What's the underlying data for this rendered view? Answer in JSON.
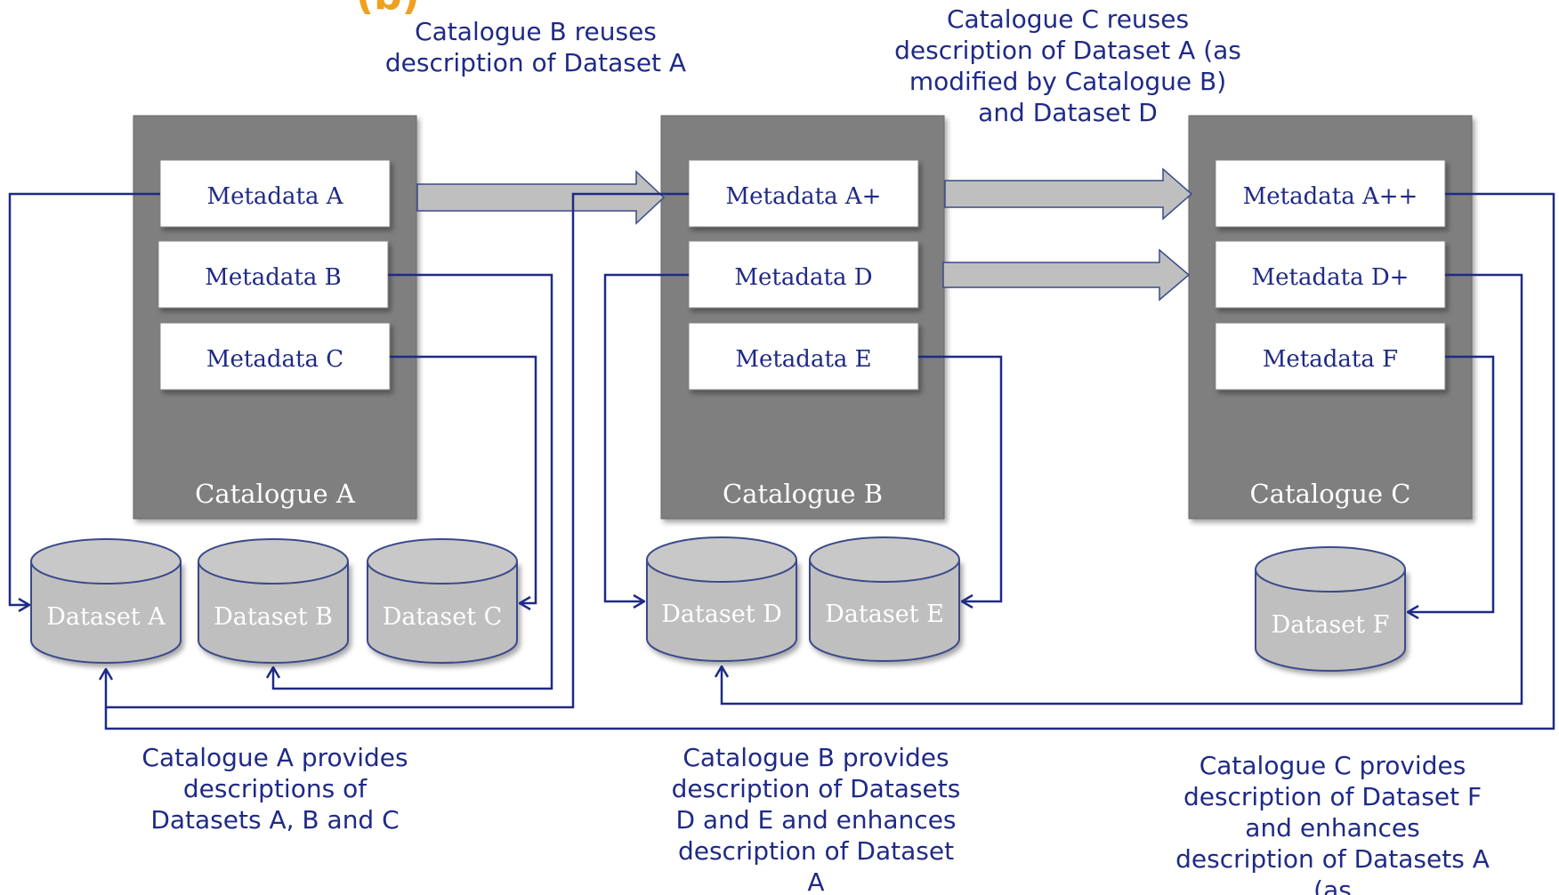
{
  "header_partial": "(b)",
  "notes": {
    "reuse_b": "Catalogue B reuses description of Dataset A",
    "reuse_c": "Catalogue C reuses description of Dataset A (as modified by Catalogue B)  and Dataset D",
    "provide_a": "Catalogue A provides descriptions of Datasets A, B and C",
    "provide_b": "Catalogue B provides description of Datasets D and E and enhances description of Dataset A",
    "provide_c": "Catalogue C provides description of Dataset F and enhances description of Datasets A (as"
  },
  "catalogues": [
    {
      "id": "a",
      "title": "Catalogue A",
      "metadata": [
        "Metadata A",
        "Metadata B",
        "Metadata C"
      ]
    },
    {
      "id": "b",
      "title": "Catalogue  B",
      "metadata": [
        "Metadata A+",
        "Metadata D",
        "Metadata E"
      ]
    },
    {
      "id": "c",
      "title": "Catalogue C",
      "metadata": [
        "Metadata A++",
        "Metadata D+",
        "Metadata F"
      ]
    }
  ],
  "datasets": [
    "Dataset A",
    "Dataset B",
    "Dataset C",
    "Dataset D",
    "Dataset E",
    "Dataset F"
  ],
  "colors": {
    "catalogue_fill": "#7f7f7f",
    "metadata_fill": "#ffffff",
    "metadata_text": "#1f2a86",
    "dataset_fill": "#bfbfbf",
    "dataset_stroke": "#3a4a8a",
    "connector": "#1f2a86",
    "reuse_arrow": "#bfbfbf",
    "header_accent": "#f0a020"
  }
}
